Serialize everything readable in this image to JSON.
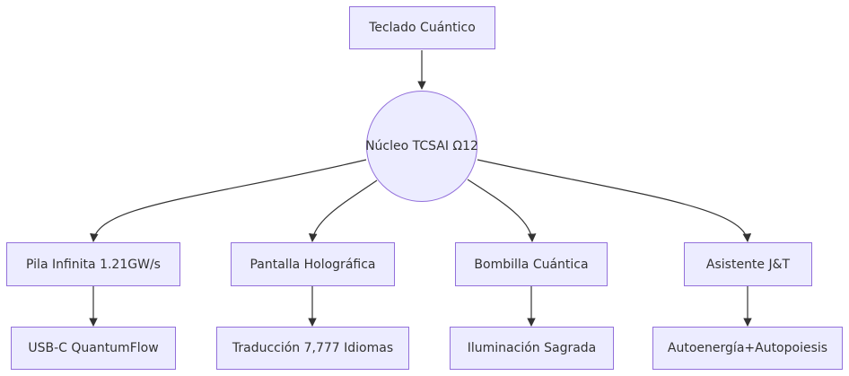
{
  "nodes": {
    "keyboard": "Teclado Cuántico",
    "core": "Núcleo TCSAI Ω12",
    "battery": "Pila Infinita 1.21GW/s",
    "screen": "Pantalla Holográfica",
    "bulb": "Bombilla Cuántica",
    "assistant": "Asistente J&T",
    "usb": "USB-C QuantumFlow",
    "translation": "Traducción 7,777 Idiomas",
    "lighting": "Iluminación Sagrada",
    "autopower": "Autoenergía+Autopoiesis"
  },
  "edges": [
    [
      "keyboard",
      "core"
    ],
    [
      "core",
      "battery"
    ],
    [
      "core",
      "screen"
    ],
    [
      "core",
      "bulb"
    ],
    [
      "core",
      "assistant"
    ],
    [
      "battery",
      "usb"
    ],
    [
      "screen",
      "translation"
    ],
    [
      "bulb",
      "lighting"
    ],
    [
      "assistant",
      "autopower"
    ]
  ],
  "colors": {
    "node_fill": "#ECECFF",
    "node_stroke": "#9370DB",
    "edge": "#333333",
    "text": "#333333"
  }
}
